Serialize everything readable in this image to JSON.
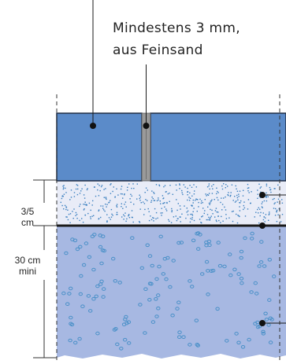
{
  "callout": {
    "line1": "Mindestens 3 mm,",
    "line2": "aus Feinsand"
  },
  "dimensions": [
    {
      "line1": "3/5",
      "line2": "cm"
    },
    {
      "line1": "30 cm",
      "line2": "mini"
    }
  ],
  "colors": {
    "paver": "#5b8bc9",
    "paver_stroke": "#1f2d44",
    "bedding": "#e9ecf7",
    "bedding_dots": "#3b7fbf",
    "base": "#a7b8e2",
    "base_circles": "#4a90c8",
    "joint": "#9a9a9a",
    "line": "#1a1a1a"
  }
}
